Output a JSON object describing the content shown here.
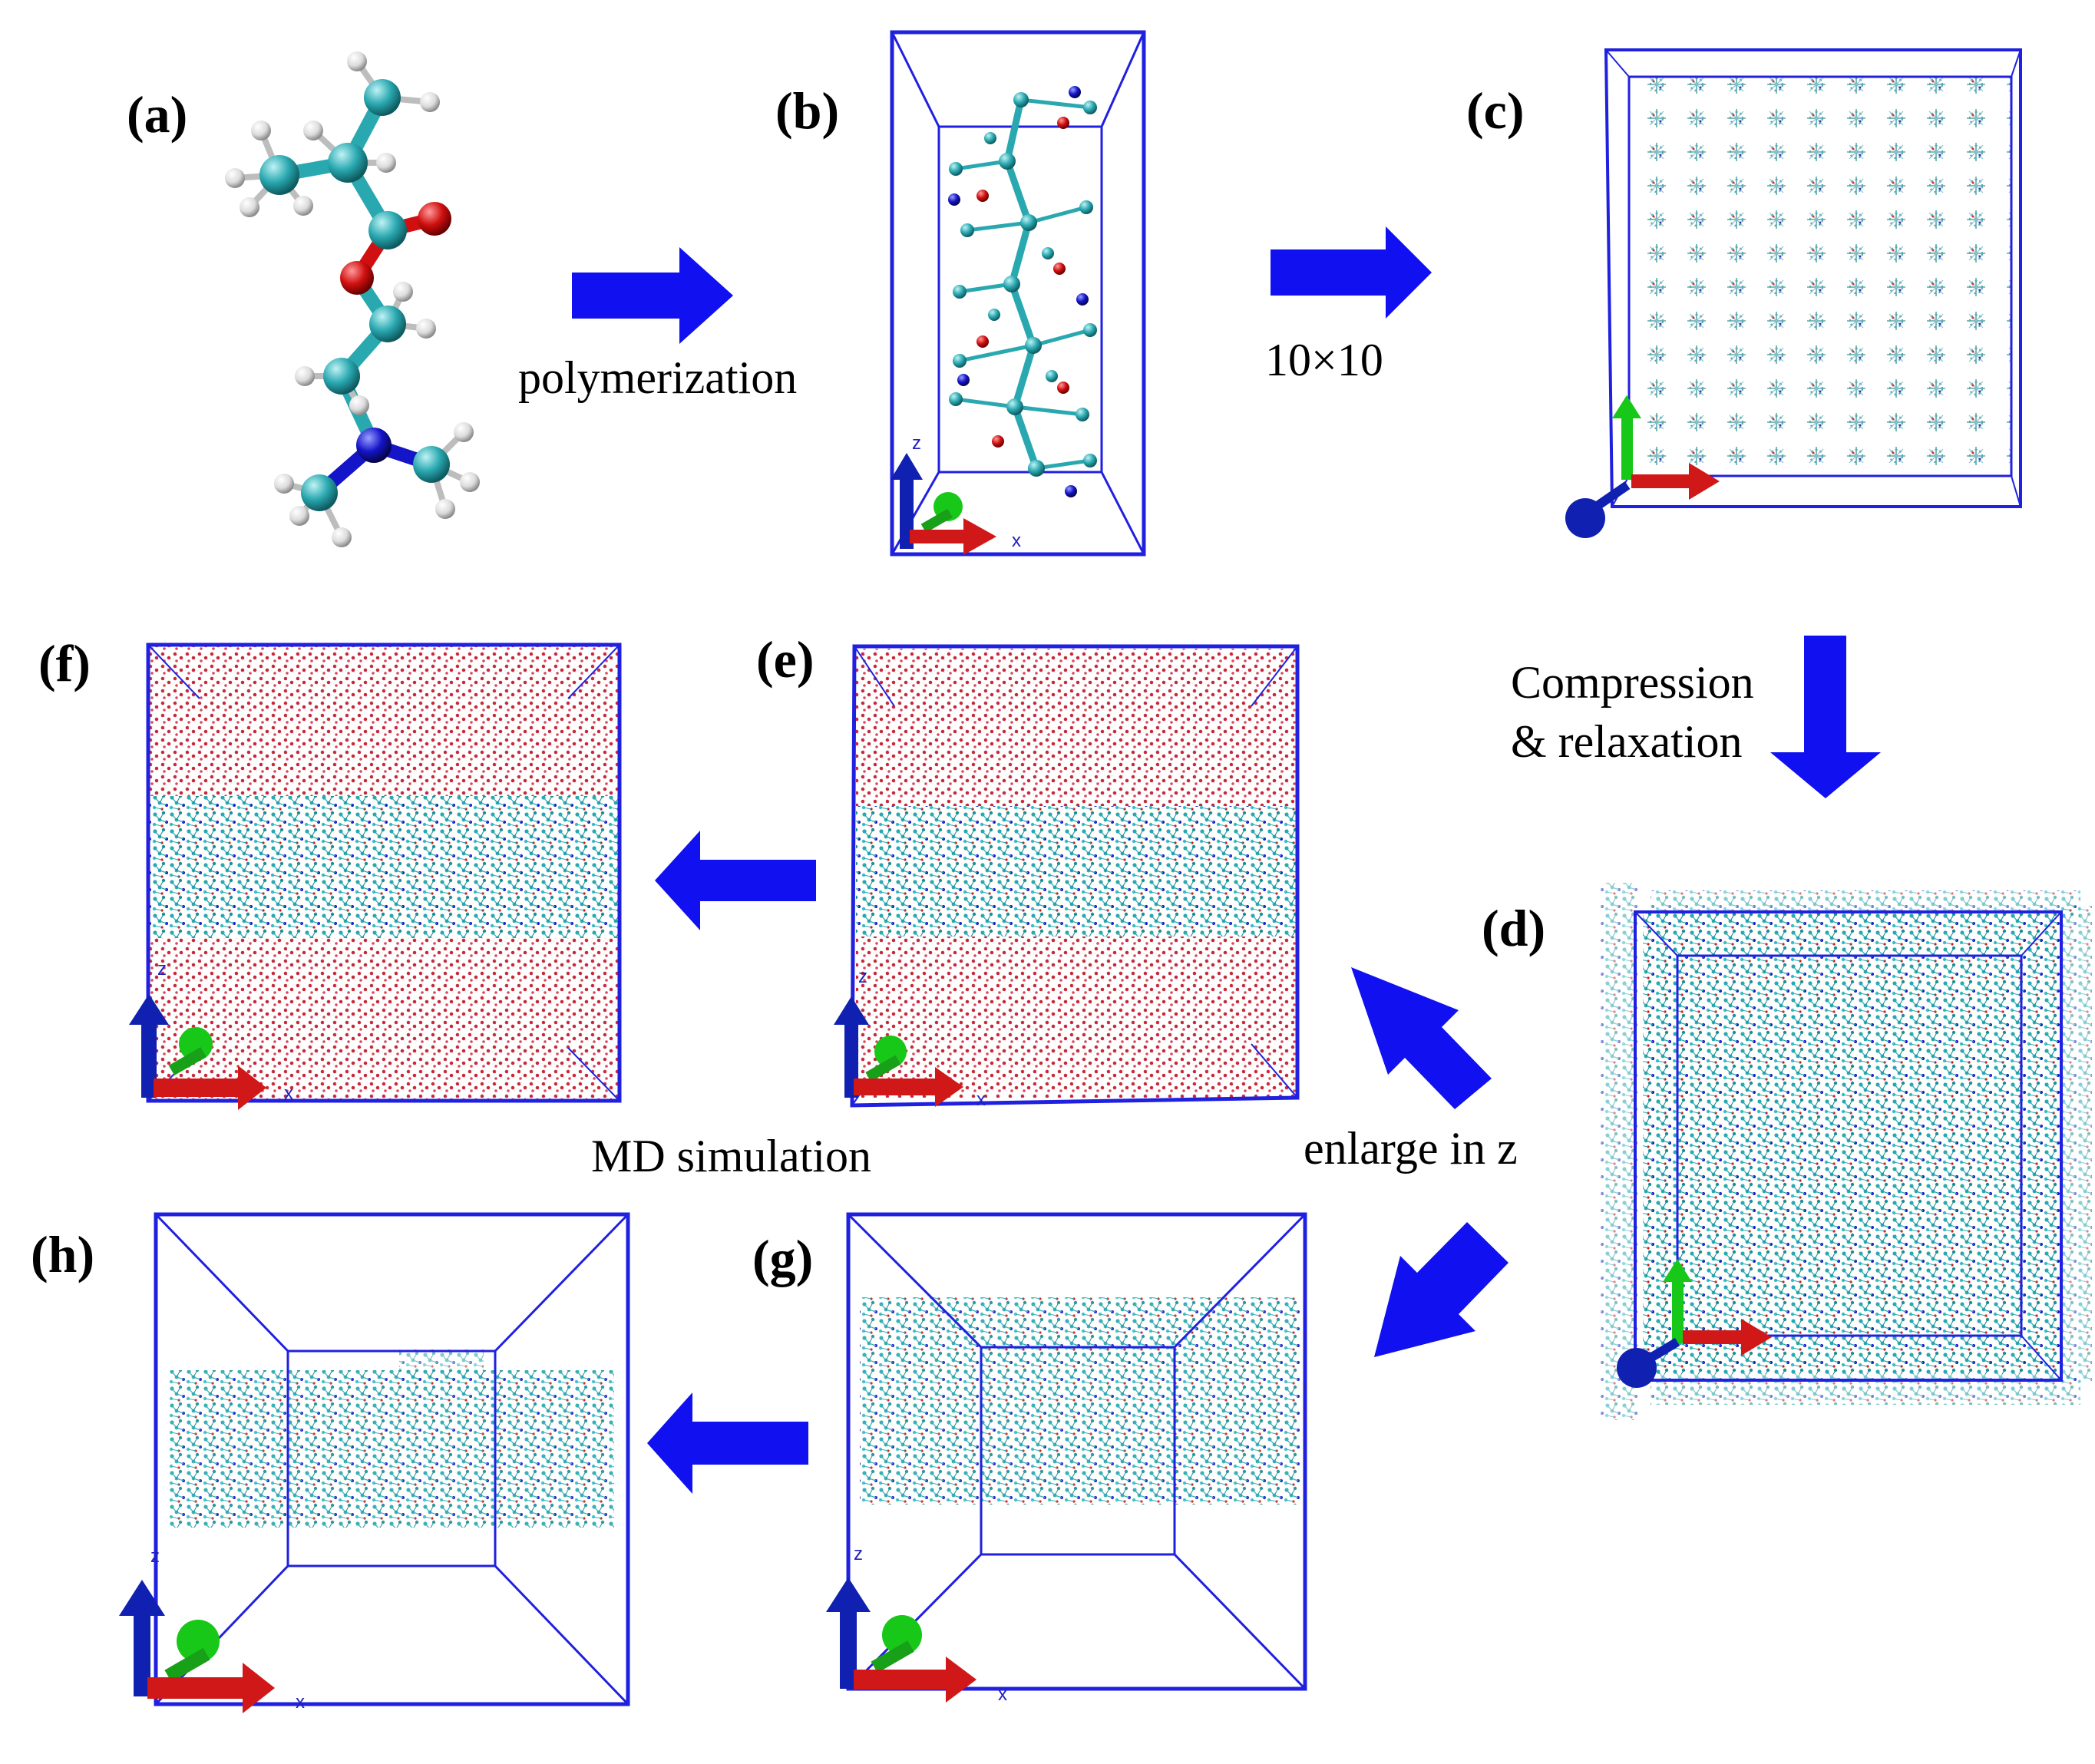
{
  "panels": {
    "a": "(a)",
    "b": "(b)",
    "c": "(c)",
    "d": "(d)",
    "e": "(e)",
    "f": "(f)",
    "g": "(g)",
    "h": "(h)"
  },
  "captions": {
    "polymerization": "polymerization",
    "replicate": "10×10",
    "compression_line1": "Compression",
    "compression_line2": "& relaxation",
    "enlarge": "enlarge in z",
    "md": "MD simulation"
  },
  "axis_letters": {
    "x": "x",
    "z": "z"
  },
  "colors": {
    "box_edge": "#2020e0",
    "flow_arrow": "#1010f0",
    "carbon": "#2aa8b0",
    "oxygen": "#d01010",
    "nitrogen": "#1414c8",
    "hydrogen": "#e6e6e6",
    "water": "#c23a4a",
    "axis_x": "#d01818",
    "axis_y": "#18c818",
    "axis_z": "#1020b0"
  },
  "icons": [
    "flow-arrow-icon",
    "axis-triad-icon",
    "molecule-icon",
    "simulation-box-icon"
  ]
}
